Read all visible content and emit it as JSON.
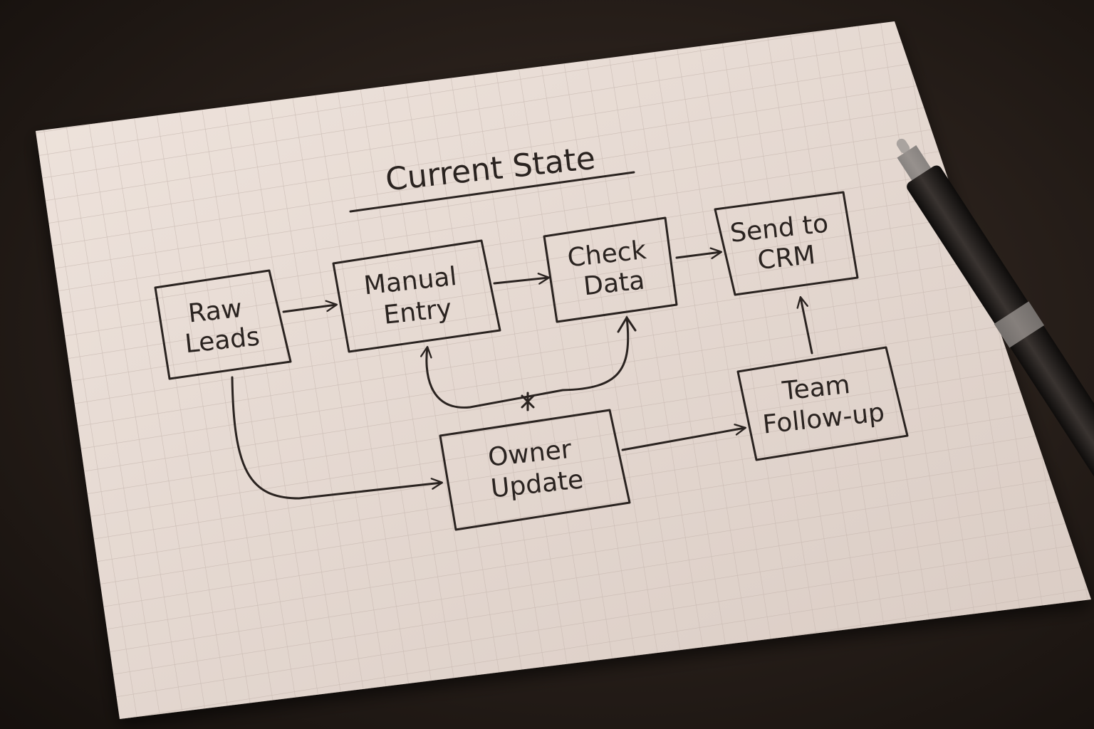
{
  "diagram": {
    "title": "Current State",
    "nodes": [
      {
        "id": "raw-leads",
        "lines": [
          "Raw",
          "Leads"
        ]
      },
      {
        "id": "manual-entry",
        "lines": [
          "Manual",
          "Entry"
        ]
      },
      {
        "id": "check-data",
        "lines": [
          "Check",
          "Data"
        ]
      },
      {
        "id": "send-to-crm",
        "lines": [
          "Send to",
          "CRM"
        ]
      },
      {
        "id": "owner-update",
        "lines": [
          "Owner",
          "Update"
        ]
      },
      {
        "id": "team-follow-up",
        "lines": [
          "Team",
          "Follow-up"
        ]
      }
    ],
    "edges": [
      {
        "from": "Raw Leads",
        "to": "Manual Entry"
      },
      {
        "from": "Manual Entry",
        "to": "Check Data"
      },
      {
        "from": "Check Data",
        "to": "Send to CRM"
      },
      {
        "from": "Raw Leads",
        "to": "Owner Update"
      },
      {
        "from": "Owner Update",
        "to": "Team Follow-up"
      },
      {
        "from": "Team Follow-up",
        "to": "Send to CRM"
      },
      {
        "from": "Check Data",
        "to": "Manual Entry",
        "mark": "*"
      }
    ]
  },
  "colors": {
    "ink": "#2a2320",
    "paper": "#ece0d9",
    "grid": "#cbbdb6",
    "desk": "#1f1814",
    "pen": "#1b1817"
  }
}
